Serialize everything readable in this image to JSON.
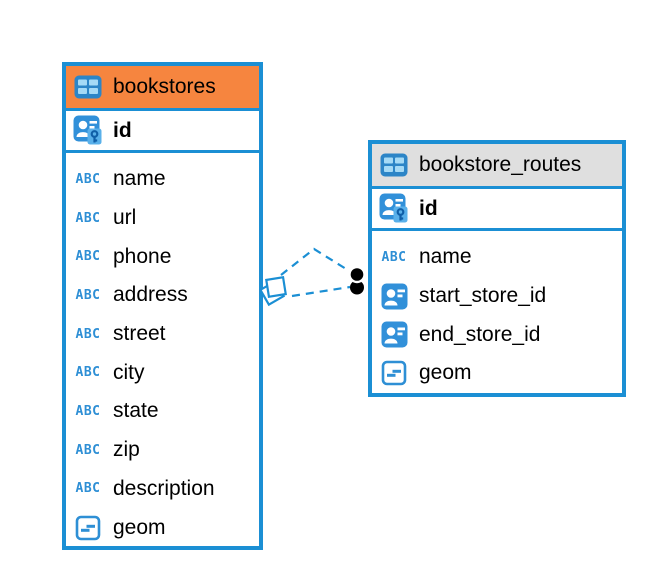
{
  "tables": [
    {
      "name": "bookstores",
      "header_style": "orange",
      "header_bg": "#f6853f",
      "pk": {
        "name": "id",
        "icon": "primary-key-icon"
      },
      "columns": [
        {
          "name": "name",
          "icon": "text-type-icon"
        },
        {
          "name": "url",
          "icon": "text-type-icon"
        },
        {
          "name": "phone",
          "icon": "text-type-icon"
        },
        {
          "name": "address",
          "icon": "text-type-icon"
        },
        {
          "name": "street",
          "icon": "text-type-icon"
        },
        {
          "name": "city",
          "icon": "text-type-icon"
        },
        {
          "name": "state",
          "icon": "text-type-icon"
        },
        {
          "name": "zip",
          "icon": "text-type-icon"
        },
        {
          "name": "description",
          "icon": "text-type-icon"
        },
        {
          "name": "geom",
          "icon": "geometry-type-icon"
        }
      ]
    },
    {
      "name": "bookstore_routes",
      "header_style": "gray",
      "header_bg": "#dfdfdf",
      "pk": {
        "name": "id",
        "icon": "primary-key-icon"
      },
      "columns": [
        {
          "name": "name",
          "icon": "text-type-icon"
        },
        {
          "name": "start_store_id",
          "icon": "foreign-key-icon"
        },
        {
          "name": "end_store_id",
          "icon": "foreign-key-icon"
        },
        {
          "name": "geom",
          "icon": "geometry-type-icon"
        }
      ]
    }
  ],
  "type_labels": {
    "text": "ABC"
  },
  "relations": {
    "from_table": "bookstores",
    "to_table": "bookstore_routes",
    "line_count": 2,
    "line_style": "dashed"
  },
  "colors": {
    "table_border": "#1b8fd4",
    "relation_line": "#1b8fd4",
    "icon_blue": "#2e8fd5",
    "icon_fill_blue": "#3190d9",
    "header_orange": "#f6853f",
    "header_gray": "#dfdfdf",
    "text": "#000000"
  }
}
